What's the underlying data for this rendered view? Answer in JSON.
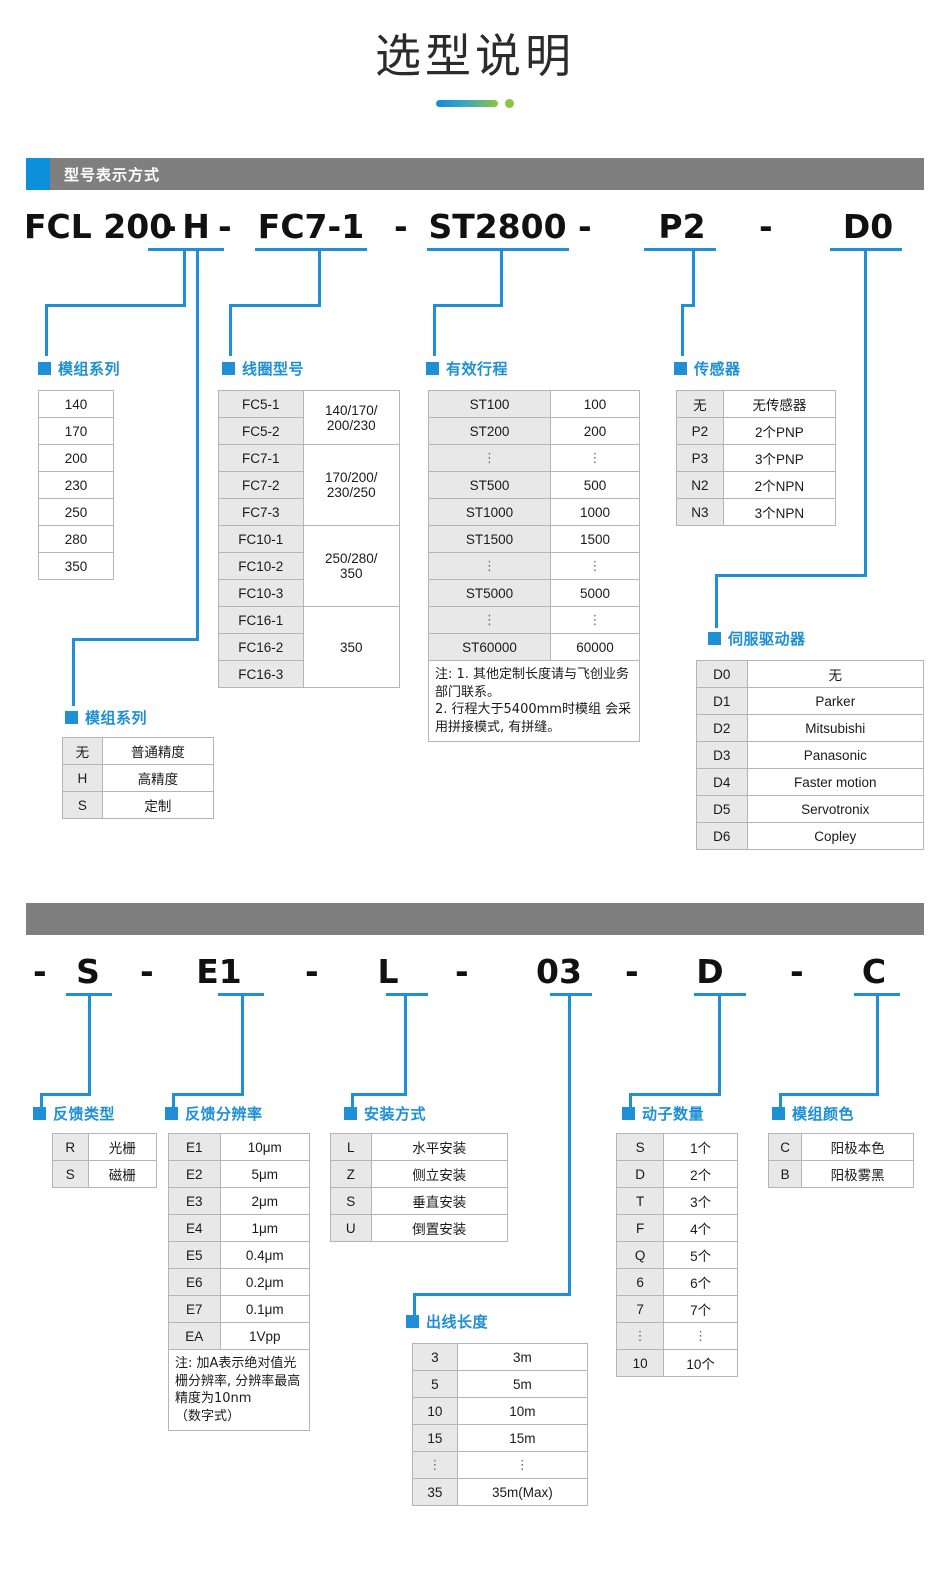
{
  "title": "选型说明",
  "sections": [
    {
      "id": "s1",
      "heading": "型号表示方式"
    },
    {
      "id": "s2",
      "heading": ""
    }
  ],
  "code_row_1": {
    "segments": [
      "FCL 200",
      "H",
      "FC7-1",
      "ST2800",
      "P2",
      "D0"
    ],
    "dashes": [
      "-",
      "-",
      "-",
      "-",
      "-",
      "-"
    ]
  },
  "code_row_2": {
    "segments": [
      "S",
      "E1",
      "L",
      "03",
      "D",
      "C"
    ],
    "dashes": [
      "-",
      "-",
      "-",
      "-",
      "-",
      "-",
      "-"
    ]
  },
  "labels": {
    "module_series": "模组系列",
    "coil_model": "线圈型号",
    "effective_stroke": "有效行程",
    "sensor": "传感器",
    "precision": "模组系列",
    "servo_driver": "伺服驱动器",
    "feedback_type": "反馈类型",
    "feedback_resolution": "反馈分辨率",
    "mounting": "安装方式",
    "cable_length": "出线长度",
    "mover_count": "动子数量",
    "module_color": "模组颜色"
  },
  "tables": {
    "module_series": {
      "rows": [
        [
          "140"
        ],
        [
          "170"
        ],
        [
          "200"
        ],
        [
          "230"
        ],
        [
          "250"
        ],
        [
          "280"
        ],
        [
          "350"
        ]
      ]
    },
    "coil_model": {
      "groups": [
        {
          "codes": [
            "FC5-1",
            "FC5-2"
          ],
          "value": "140/170/\n200/230"
        },
        {
          "codes": [
            "FC7-1",
            "FC7-2",
            "FC7-3"
          ],
          "value": "170/200/\n230/250"
        },
        {
          "codes": [
            "FC10-1",
            "FC10-2",
            "FC10-3"
          ],
          "value": "250/280/\n350"
        },
        {
          "codes": [
            "FC16-1",
            "FC16-2",
            "FC16-3"
          ],
          "value": "350"
        }
      ]
    },
    "effective_stroke": {
      "rows": [
        [
          "ST100",
          "100"
        ],
        [
          "ST200",
          "200"
        ],
        [
          "⋮",
          "⋮"
        ],
        [
          "ST500",
          "500"
        ],
        [
          "ST1000",
          "1000"
        ],
        [
          "ST1500",
          "1500"
        ],
        [
          "⋮",
          "⋮"
        ],
        [
          "ST5000",
          "5000"
        ],
        [
          "⋮",
          "⋮"
        ],
        [
          "ST60000",
          "60000"
        ]
      ],
      "note": "注: 1. 其他定制长度请与飞创业务部门联系。\n2. 行程大于5400mm时模组 会采用拼接模式, 有拼缝。"
    },
    "sensor": {
      "rows": [
        [
          "无",
          "无传感器"
        ],
        [
          "P2",
          "2个PNP"
        ],
        [
          "P3",
          "3个PNP"
        ],
        [
          "N2",
          "2个NPN"
        ],
        [
          "N3",
          "3个NPN"
        ]
      ]
    },
    "precision": {
      "rows": [
        [
          "无",
          "普通精度"
        ],
        [
          "H",
          "高精度"
        ],
        [
          "S",
          "定制"
        ]
      ]
    },
    "servo_driver": {
      "rows": [
        [
          "D0",
          "无"
        ],
        [
          "D1",
          "Parker"
        ],
        [
          "D2",
          "Mitsubishi"
        ],
        [
          "D3",
          "Panasonic"
        ],
        [
          "D4",
          "Faster motion"
        ],
        [
          "D5",
          "Servotronix"
        ],
        [
          "D6",
          "Copley"
        ]
      ]
    },
    "feedback_type": {
      "rows": [
        [
          "R",
          "光栅"
        ],
        [
          "S",
          "磁栅"
        ]
      ]
    },
    "feedback_resolution": {
      "rows": [
        [
          "E1",
          "10μm"
        ],
        [
          "E2",
          "5μm"
        ],
        [
          "E3",
          "2μm"
        ],
        [
          "E4",
          "1μm"
        ],
        [
          "E5",
          "0.4μm"
        ],
        [
          "E6",
          "0.2μm"
        ],
        [
          "E7",
          "0.1μm"
        ],
        [
          "EA",
          "1Vpp"
        ]
      ],
      "note": "注: 加A表示绝对值光栅分辨率, 分辨率最高精度为10nm\n（数字式）"
    },
    "mounting": {
      "rows": [
        [
          "L",
          "水平安装"
        ],
        [
          "Z",
          "侧立安装"
        ],
        [
          "S",
          "垂直安装"
        ],
        [
          "U",
          "倒置安装"
        ]
      ]
    },
    "cable_length": {
      "rows": [
        [
          "3",
          "3m"
        ],
        [
          "5",
          "5m"
        ],
        [
          "10",
          "10m"
        ],
        [
          "15",
          "15m"
        ],
        [
          "⋮",
          "⋮"
        ],
        [
          "35",
          "35m(Max)"
        ]
      ]
    },
    "mover_count": {
      "rows": [
        [
          "S",
          "1个"
        ],
        [
          "D",
          "2个"
        ],
        [
          "T",
          "3个"
        ],
        [
          "F",
          "4个"
        ],
        [
          "Q",
          "5个"
        ],
        [
          "6",
          "6个"
        ],
        [
          "7",
          "7个"
        ],
        [
          "⋮",
          "⋮"
        ],
        [
          "10",
          "10个"
        ]
      ]
    },
    "module_color": {
      "rows": [
        [
          "C",
          "阳极本色"
        ],
        [
          "B",
          "阳极雾黑"
        ]
      ]
    }
  },
  "colors": {
    "accent_blue": "#0d8fd9",
    "line_blue": "#1f8fd6",
    "bar_gray": "#7f7f7f",
    "cell_gray": "#e8e8e8",
    "deco_green": "#8cc63f"
  }
}
